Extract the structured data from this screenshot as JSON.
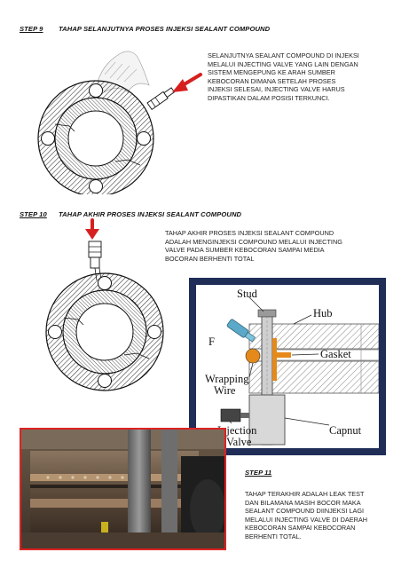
{
  "step9": {
    "number": "STEP 9",
    "title": "TAHAP SELANJUTNYA PROSES INJEKSI SEALANT COMPOUND",
    "lines": [
      "SELANJUTNYA SEALANT COMPOUND DI INJEKSI",
      "MELALUI INJECTING VALVE YANG LAIN DENGAN",
      "SISTEM MENGEPUNG KE ARAH SUMBER",
      "KEBOCORAN DIMANA SETELAH PROSES",
      "INJEKSI SELESAI, INJECTING VALVE HARUS",
      "DIPASTIKAN DALAM POSISI TERKUNCI."
    ]
  },
  "step10": {
    "number": "STEP 10",
    "title": "TAHAP AKHIR PROSES INJEKSI SEALANT COMPOUND",
    "lines": [
      "TAHAP AKHIR PROSES INJEKSI SEALANT COMPOUND",
      "ADALAH MENGINJEKSI COMPOUND MELALUI INJECTING",
      "VALVE PADA SUMBER KEBOCORAN SAMPAI MEDIA",
      "BOCORAN BERHENTI TOTAL"
    ]
  },
  "step11": {
    "number": "STEP 11",
    "lines": [
      "TAHAP TERAKHIR ADALAH LEAK TEST",
      "DAN BILAMANA MASIH BOCOR MAKA",
      "SEALANT COMPOUND DIINJEKSI LAGI",
      "MELALUI INJECTING VALVE DI DAERAH",
      "KEBOCORAN SAMPAI KEBOCORAN",
      "BERHENTI TOTAL."
    ]
  },
  "diagram": {
    "labels": {
      "stud": "Stud",
      "hub": "Hub",
      "f": "F",
      "gasket": "Gasket",
      "wrapping1": "Wrapping",
      "wrapping2": "Wire",
      "injection1": "Injection",
      "injection2": "Valve",
      "capnut": "Capnut"
    },
    "frame_color": "#1f2d57",
    "arrow_color": "#d62020"
  }
}
